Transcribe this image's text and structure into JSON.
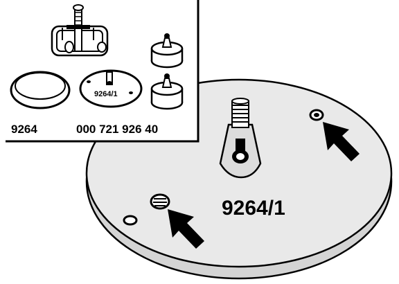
{
  "inset": {
    "label_left": "9264",
    "label_right": "000 721 926 40",
    "small_plate_text": "9264/1"
  },
  "main_plate": {
    "label": "9264/1"
  },
  "colors": {
    "ink": "#000000",
    "plate_fill": "#e9e9e9",
    "plate_rim": "#d4d4d4",
    "background": "#ffffff"
  },
  "icons": [
    "arrow-icon",
    "threaded-stud-icon",
    "screw-hole-icon"
  ]
}
